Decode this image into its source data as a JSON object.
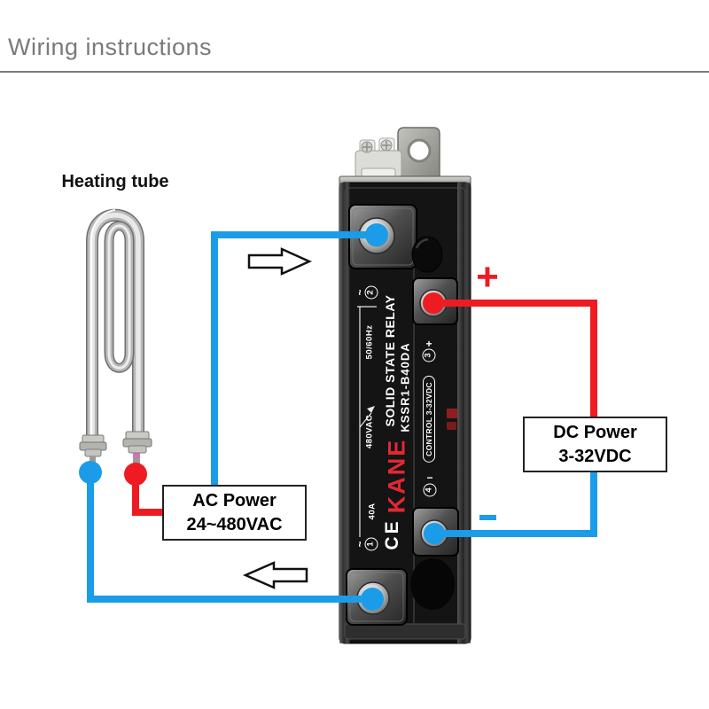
{
  "title": "Wiring instructions",
  "heating_tube": {
    "label": "Heating tube"
  },
  "relay": {
    "brand": "KANE",
    "product": "SOLID STATE RELAY",
    "model": "KSSR1-B40DA",
    "current": "40A",
    "voltage": "480VAC",
    "frequency": "50/60Hz",
    "control": "CONTROL 3-32VDC",
    "ce_mark": "CE",
    "ac_symbol": "~",
    "plus": "+",
    "minus": "−",
    "terminals": {
      "t1": "1",
      "t2": "2",
      "t3": "3",
      "t4": "4"
    }
  },
  "ac_power": {
    "line1": "AC Power",
    "line2": "24~480VAC"
  },
  "dc_power": {
    "line1": "DC Power",
    "line2": "3-32VDC",
    "plus": "+",
    "minus": "−"
  },
  "colors": {
    "wire_blue": "#1b9ce8",
    "wire_red": "#ee1c22",
    "brand_red": "#e22832",
    "title_gray": "#7a7a7a"
  }
}
